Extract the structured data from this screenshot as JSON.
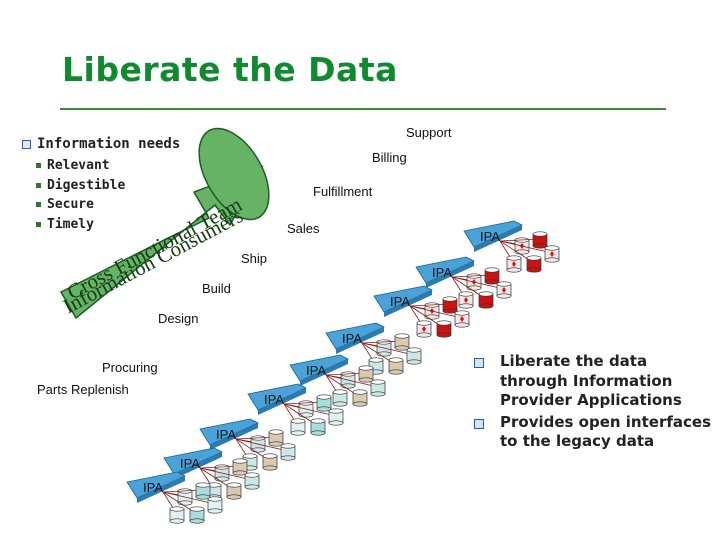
{
  "title": "Liberate the Data",
  "info": {
    "heading": "Information needs",
    "items": [
      "Relevant",
      "Digestible",
      "Secure",
      "Timely"
    ]
  },
  "arrow": {
    "line1": "Cross Functional Team",
    "line2": "Information Consumers"
  },
  "layers": [
    "Support",
    "Billing",
    "Fulfillment",
    "Sales",
    "Ship",
    "Build",
    "Design",
    "Procuring",
    "Parts Replenish"
  ],
  "ipa_label": "IPA",
  "ipas": [
    "IPA",
    "IPA",
    "IPA",
    "IPA",
    "IPA",
    "IPA",
    "IPA",
    "IPA",
    "IPA"
  ],
  "bullets": [
    "Liberate the data through Information Provider Applications",
    "Provides open interfaces to the legacy data"
  ],
  "colors": {
    "title": "#0f8a2f",
    "arrow": "#66b366",
    "arrow_outline": "#1b5e20",
    "ipa_box": "#4aa3d8",
    "db_red": "#cc1111",
    "db_teal": "#2aa6a6",
    "db_pattern": "#9aa"
  }
}
